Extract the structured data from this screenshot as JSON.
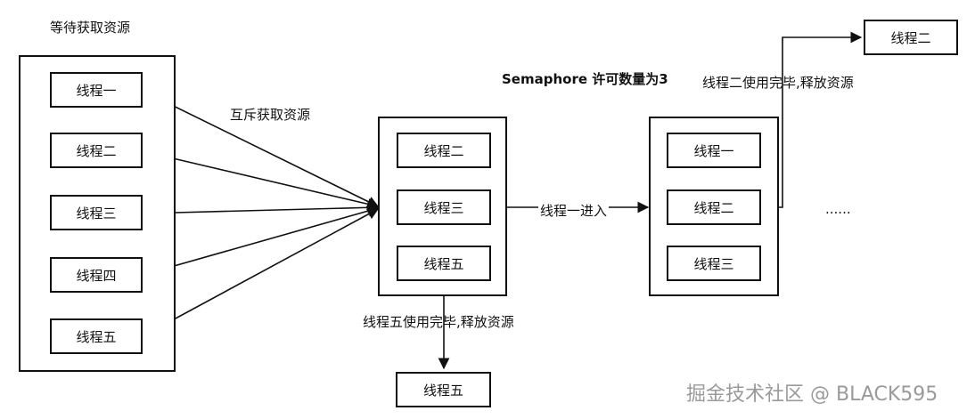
{
  "labels": {
    "waiting_title": "等待获取资源",
    "mutex_label": "互斥获取资源",
    "semaphore_title": "Semaphore 许可数量为3",
    "thread1_enter": "线程一进入",
    "thread2_release": "线程二使用完毕,释放资源",
    "thread5_release": "线程五使用完毕,释放资源",
    "ellipsis": "......"
  },
  "waiting_threads": [
    "线程一",
    "线程二",
    "线程三",
    "线程四",
    "线程五"
  ],
  "semaphore_before": [
    "线程二",
    "线程三",
    "线程五"
  ],
  "semaphore_after": [
    "线程一",
    "线程二",
    "线程三"
  ],
  "released": {
    "thread5": "线程五",
    "thread2": "线程二"
  },
  "watermark": "掘金技术社区 @ BLACK595"
}
